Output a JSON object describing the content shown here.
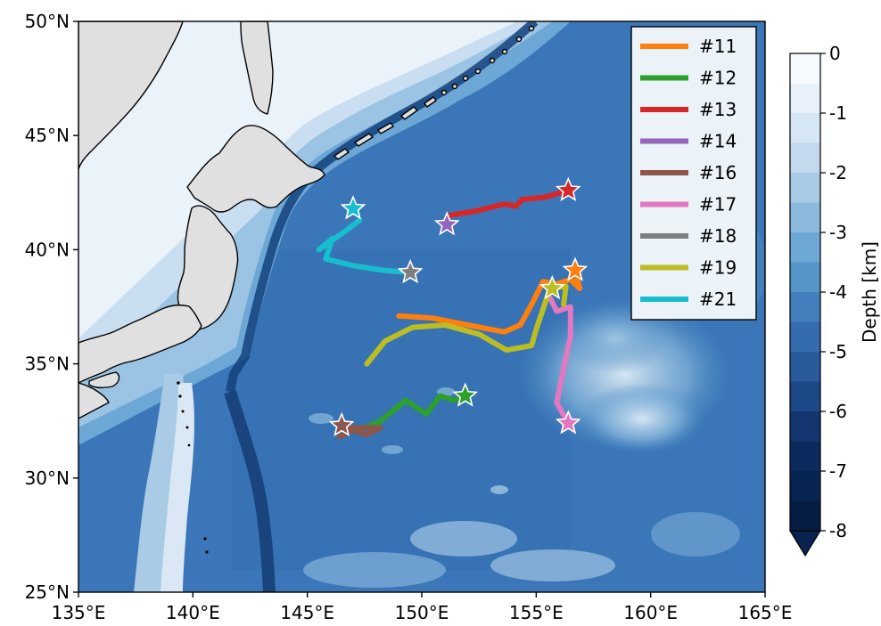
{
  "map": {
    "type": "map",
    "extent": {
      "lon": [
        135,
        165
      ],
      "lat": [
        25,
        50
      ]
    },
    "x_ticks": [
      {
        "lon": 135,
        "label": "135°E"
      },
      {
        "lon": 140,
        "label": "140°E"
      },
      {
        "lon": 145,
        "label": "145°E"
      },
      {
        "lon": 150,
        "label": "150°E"
      },
      {
        "lon": 155,
        "label": "155°E"
      },
      {
        "lon": 160,
        "label": "160°E"
      },
      {
        "lon": 165,
        "label": "165°E"
      }
    ],
    "y_ticks": [
      {
        "lat": 25,
        "label": "25°N"
      },
      {
        "lat": 30,
        "label": "30°N"
      },
      {
        "lat": 35,
        "label": "35°N"
      },
      {
        "lat": 40,
        "label": "40°N"
      },
      {
        "lat": 45,
        "label": "45°N"
      },
      {
        "lat": 50,
        "label": "50°N"
      }
    ],
    "land_color": "#e0e0e0",
    "colors": {
      "ocean_deep": "#3a74b6",
      "ocean_shallow": "#f4f8fc"
    }
  },
  "colorbar": {
    "label": "Depth [km]",
    "range": [
      0,
      -8
    ],
    "ticks": [
      {
        "value": 0,
        "label": "0"
      },
      {
        "value": -1,
        "label": "-1"
      },
      {
        "value": -2,
        "label": "-2"
      },
      {
        "value": -3,
        "label": "-3"
      },
      {
        "value": -4,
        "label": "-4"
      },
      {
        "value": -5,
        "label": "-5"
      },
      {
        "value": -6,
        "label": "-6"
      },
      {
        "value": -7,
        "label": "-7"
      },
      {
        "value": -8,
        "label": "-8"
      }
    ],
    "stops": [
      "#f7fbff",
      "#e8f1fa",
      "#d7e6f4",
      "#c3d9ee",
      "#a9cbe6",
      "#8cbadd",
      "#6ea8d4",
      "#5595c8",
      "#427fbc",
      "#346cad",
      "#285a9c",
      "#1d4887",
      "#133670",
      "#0c2a5e",
      "#082451",
      "#061d43"
    ]
  },
  "legend": {
    "items": [
      {
        "label": "#11",
        "color": "#ff7f0e"
      },
      {
        "label": "#12",
        "color": "#2ca02c"
      },
      {
        "label": "#13",
        "color": "#d62728"
      },
      {
        "label": "#14",
        "color": "#9467bd"
      },
      {
        "label": "#16",
        "color": "#8c564b"
      },
      {
        "label": "#17",
        "color": "#e377c2"
      },
      {
        "label": "#18",
        "color": "#7f7f7f"
      },
      {
        "label": "#19",
        "color": "#bcbd22"
      },
      {
        "label": "#21",
        "color": "#17becf"
      }
    ]
  },
  "chart_data": {
    "type": "map-trajectories",
    "series": [
      {
        "name": "#11",
        "color": "#ff7f0e",
        "points": [
          [
            149.0,
            37.1
          ],
          [
            150.5,
            37.0
          ],
          [
            152.0,
            36.7
          ],
          [
            153.6,
            36.4
          ],
          [
            154.3,
            36.7
          ],
          [
            154.8,
            37.6
          ],
          [
            155.3,
            38.6
          ],
          [
            155.9,
            38.5
          ],
          [
            156.5,
            38.7
          ],
          [
            156.9,
            38.3
          ],
          [
            156.7,
            39.1
          ]
        ],
        "end": [
          156.7,
          39.1
        ]
      },
      {
        "name": "#12",
        "color": "#2ca02c",
        "points": [
          [
            147.3,
            32.1
          ],
          [
            148.2,
            32.5
          ],
          [
            149.3,
            33.4
          ],
          [
            150.2,
            32.8
          ],
          [
            150.8,
            33.6
          ],
          [
            151.4,
            33.4
          ],
          [
            151.9,
            33.6
          ]
        ],
        "end": [
          151.9,
          33.6
        ]
      },
      {
        "name": "#13",
        "color": "#d62728",
        "points": [
          [
            151.2,
            41.5
          ],
          [
            152.4,
            41.7
          ],
          [
            153.6,
            42.0
          ],
          [
            154.1,
            41.9
          ],
          [
            154.4,
            42.2
          ],
          [
            155.4,
            42.3
          ],
          [
            156.4,
            42.6
          ]
        ],
        "end": [
          156.4,
          42.6
        ]
      },
      {
        "name": "#14",
        "color": "#9467bd",
        "points": [],
        "end": [
          151.1,
          41.1
        ]
      },
      {
        "name": "#16",
        "color": "#8c564b",
        "points": [
          [
            146.4,
            31.8
          ],
          [
            147.0,
            32.1
          ],
          [
            147.6,
            31.9
          ],
          [
            148.2,
            32.2
          ],
          [
            147.0,
            32.2
          ],
          [
            146.5,
            32.3
          ]
        ],
        "end": [
          146.5,
          32.3
        ]
      },
      {
        "name": "#17",
        "color": "#e377c2",
        "points": [
          [
            156.4,
            32.4
          ],
          [
            155.9,
            33.3
          ],
          [
            156.2,
            34.8
          ],
          [
            156.5,
            36.2
          ],
          [
            156.5,
            37.5
          ],
          [
            155.9,
            37.3
          ],
          [
            155.6,
            37.9
          ]
        ],
        "end": [
          156.4,
          32.4
        ]
      },
      {
        "name": "#18",
        "color": "#7f7f7f",
        "points": [],
        "end": [
          149.5,
          39.0
        ]
      },
      {
        "name": "#19",
        "color": "#bcbd22",
        "points": [
          [
            147.6,
            35.0
          ],
          [
            148.4,
            36.0
          ],
          [
            149.6,
            36.6
          ],
          [
            151.0,
            36.7
          ],
          [
            152.5,
            36.3
          ],
          [
            153.7,
            35.6
          ],
          [
            154.8,
            35.8
          ],
          [
            155.0,
            36.5
          ],
          [
            155.6,
            38.3
          ],
          [
            156.3,
            38.4
          ],
          [
            156.2,
            37.6
          ]
        ],
        "end": [
          155.7,
          38.3
        ]
      },
      {
        "name": "#21",
        "color": "#17becf",
        "points": [
          [
            147.3,
            41.3
          ],
          [
            146.5,
            40.7
          ],
          [
            145.5,
            40.0
          ],
          [
            146.1,
            40.5
          ],
          [
            145.8,
            39.6
          ],
          [
            147.0,
            39.3
          ],
          [
            148.3,
            39.1
          ],
          [
            149.5,
            39.0
          ]
        ],
        "end": [
          147.0,
          41.8
        ]
      }
    ]
  }
}
